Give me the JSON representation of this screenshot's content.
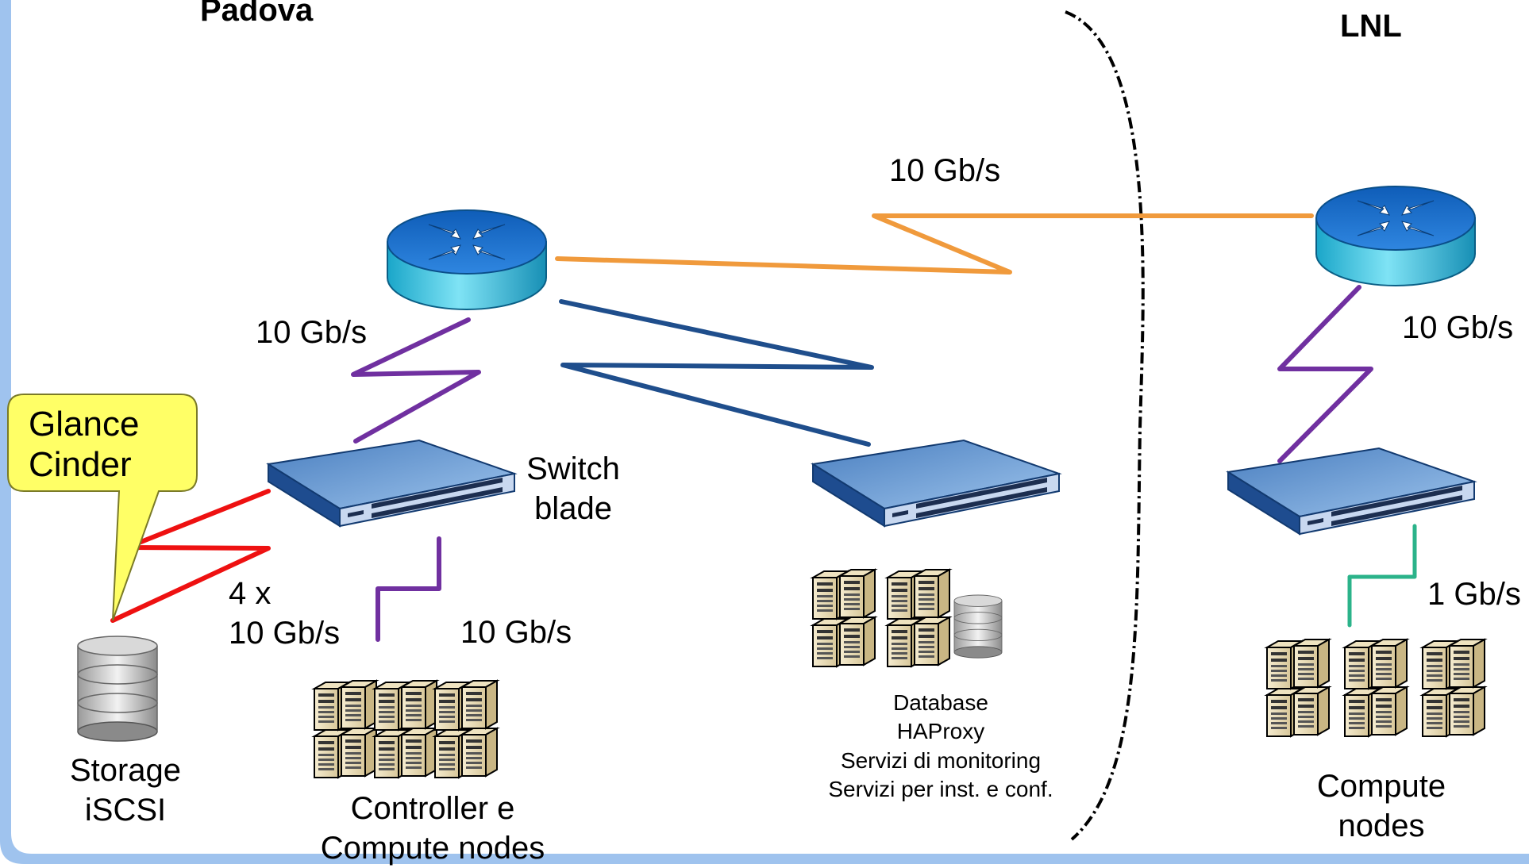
{
  "sites": {
    "padova": "Padova",
    "lnl": "LNL"
  },
  "speeds": {
    "wan_top": "10 Gb/s",
    "padova_router_switch": "10 Gb/s",
    "lnl_router_switch": "10 Gb/s",
    "storage_multi_count": "4 x",
    "storage_multi_speed": "10 Gb/s",
    "compute_link": "10 Gb/s",
    "lnl_compute_link": "1 Gb/s"
  },
  "labels": {
    "switch_blade_1": "Switch",
    "switch_blade_2": "blade",
    "storage_1": "Storage",
    "storage_2": "iSCSI",
    "controller_1": "Controller e",
    "controller_2": "Compute nodes",
    "services": [
      "Database",
      "HAProxy",
      "Servizi di monitoring",
      "Servizi per inst. e conf."
    ],
    "lnl_compute_1": "Compute",
    "lnl_compute_2": "nodes"
  },
  "callout": {
    "line1": "Glance",
    "line2": "Cinder"
  },
  "colors": {
    "wan_link": "#f09a3c",
    "core_link": "#1f4e8c",
    "uplink": "#7030a0",
    "storage_link": "#ee1111",
    "lnl_compute_link": "#2bb38a",
    "callout_fill": "#ffff66",
    "frame": "#9fc3ee"
  },
  "icons": [
    "router-icon",
    "switch-icon",
    "server-icon",
    "disk-stack-icon"
  ]
}
